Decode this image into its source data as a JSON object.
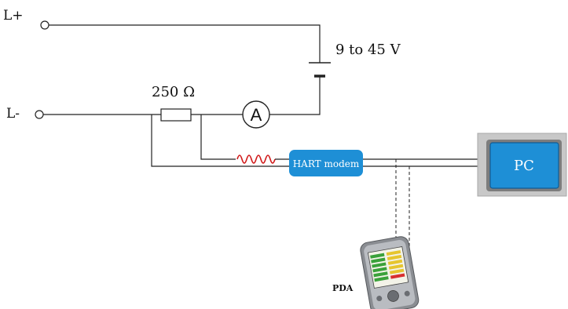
{
  "terminals": {
    "positive": "L+",
    "negative": "L-"
  },
  "supply": {
    "label": "9 to 45 V"
  },
  "resistor": {
    "label": "250 Ω"
  },
  "ammeter": {
    "symbol": "A"
  },
  "modem": {
    "label": "HART modem",
    "color": "#1e8fd6"
  },
  "pc": {
    "label": "PC",
    "frame_color": "#c8c8c8",
    "screen_color": "#1e8fd6"
  },
  "pda": {
    "label": "PDA"
  },
  "signal": {
    "color": "#d01818"
  }
}
